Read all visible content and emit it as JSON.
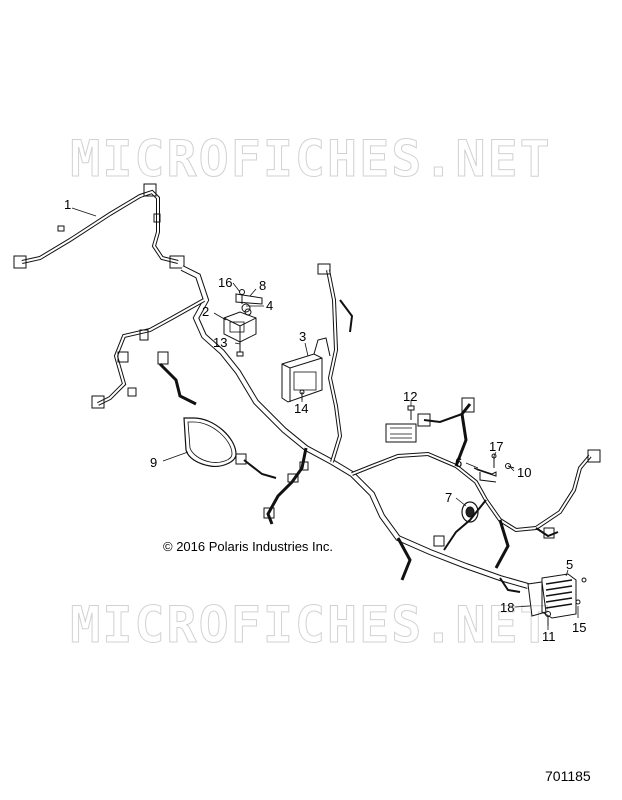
{
  "watermark": "MICROFICHES.NET",
  "copyright": "© 2016 Polaris Industries Inc.",
  "figure_id": "701185",
  "callouts": [
    "1",
    "2",
    "3",
    "4",
    "5",
    "6",
    "7",
    "8",
    "9",
    "10",
    "11",
    "12",
    "13",
    "14",
    "15",
    "16",
    "17",
    "18"
  ]
}
